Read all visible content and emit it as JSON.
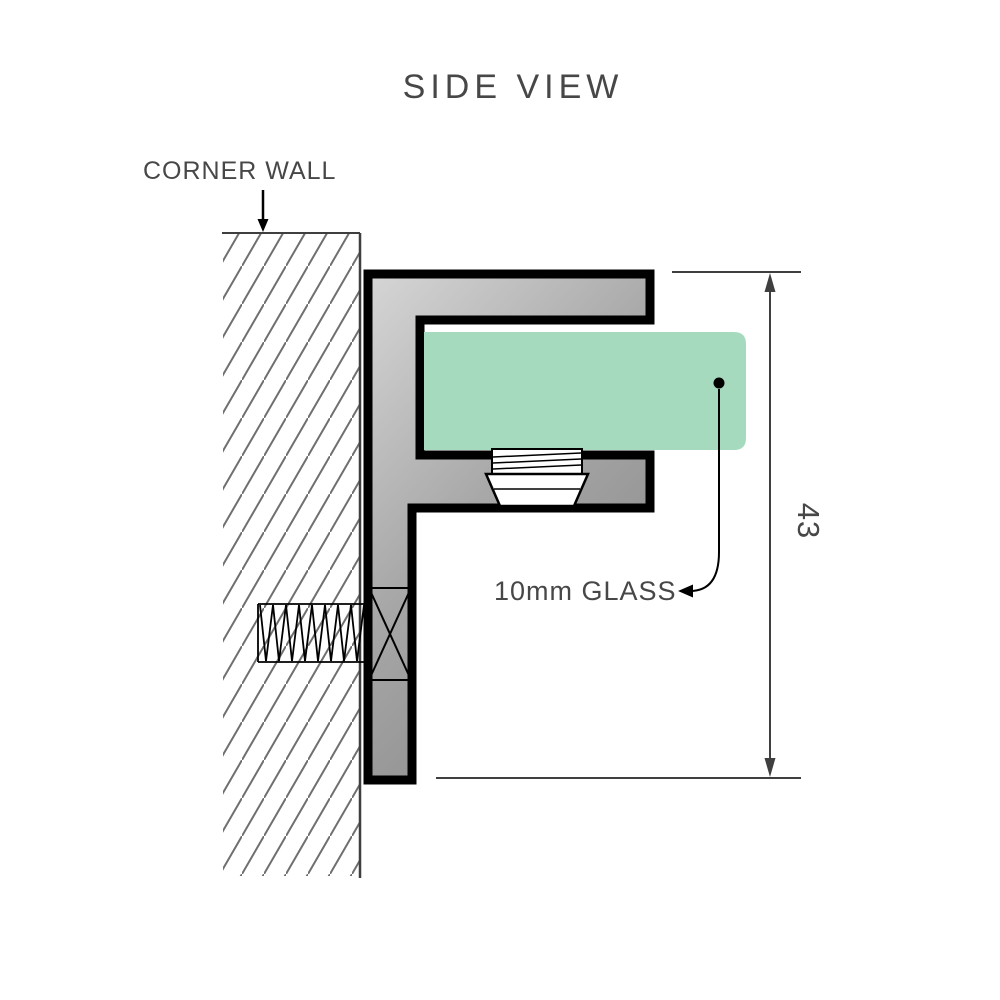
{
  "title": "SIDE VIEW",
  "labels": {
    "corner_wall": "CORNER WALL",
    "glass": "10mm GLASS",
    "dimension": "43"
  },
  "colors": {
    "text": "#474747",
    "glass_fill": "#a5dabe",
    "bracket_light": "#d6d6d6",
    "bracket_mid": "#a8a8a8",
    "bracket_dark": "#8a8a8a",
    "outline": "#000000",
    "hatch": "#6f6f6f",
    "wall_line": "#3f3f3f"
  }
}
